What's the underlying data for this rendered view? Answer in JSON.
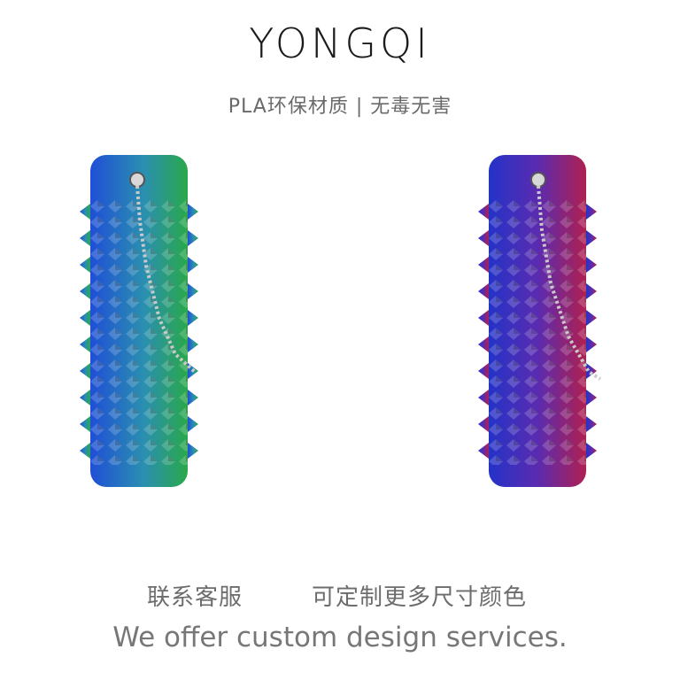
{
  "brand": "YONGQI",
  "subtitle": "PLA环保材质 | 无毒无害",
  "products": [
    {
      "name": "spiked-fidget-tube",
      "colors": [
        "#1f4fd6",
        "#2aa84a"
      ],
      "accessory": "ball-chain"
    },
    {
      "name": "spiked-fidget-tube",
      "colors": [
        "#2433c8",
        "#b02050"
      ],
      "accessory": "ball-chain"
    }
  ],
  "footer": {
    "contact_label": "联系客服",
    "custom_label": "可定制更多尺寸颜色",
    "tagline": "We offer custom design services."
  }
}
